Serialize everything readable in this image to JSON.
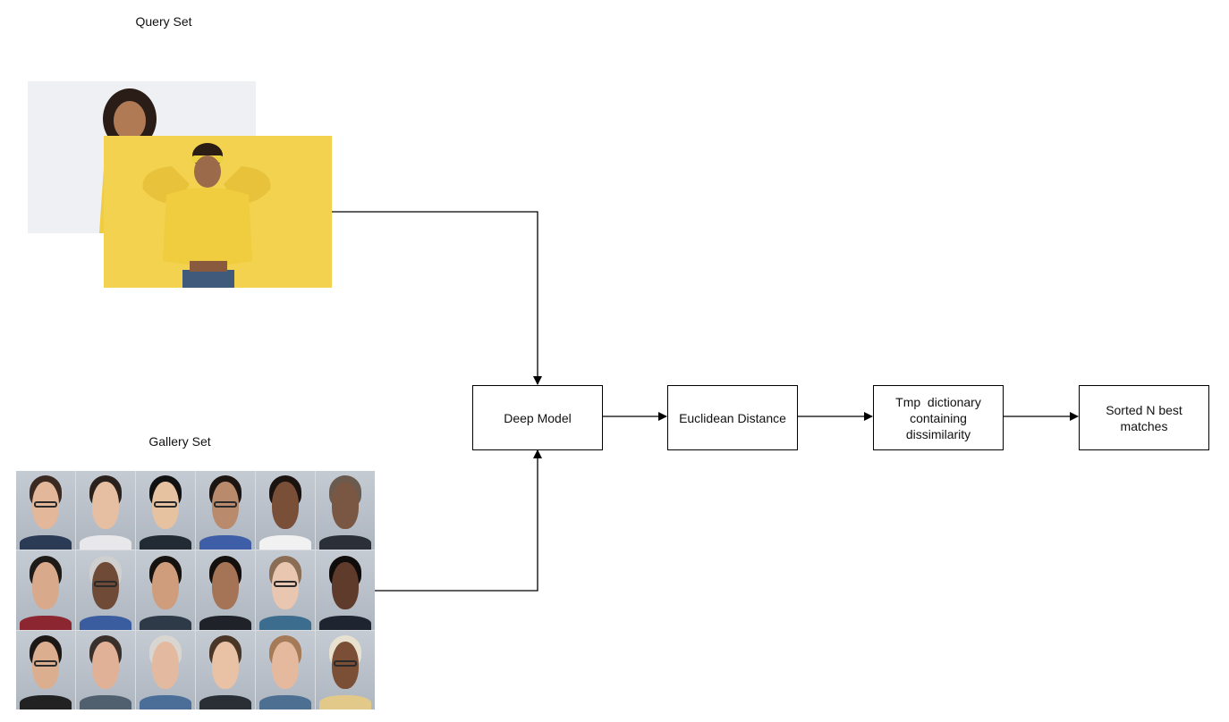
{
  "query_set": {
    "label": "Query Set",
    "images": [
      {
        "description_icon": "portrait-photo-icon",
        "background": "#eef0f3"
      },
      {
        "description_icon": "portrait-photo-icon",
        "background": "#f2d24e"
      }
    ]
  },
  "gallery_set": {
    "label": "Gallery Set",
    "tiles": [
      {
        "skin": "#e2b79a",
        "hair": "#3b2a22",
        "shirt": "#2b3a55",
        "glasses": true
      },
      {
        "skin": "#e6bfa3",
        "hair": "#2a211c",
        "shirt": "#e8e8ea",
        "glasses": false
      },
      {
        "skin": "#e7c2a0",
        "hair": "#111111",
        "shirt": "#222a33",
        "glasses": true
      },
      {
        "skin": "#b98a6c",
        "hair": "#1c1512",
        "shirt": "#3f5ea8",
        "glasses": true
      },
      {
        "skin": "#7a4f37",
        "hair": "#1a1310",
        "shirt": "#f1f1f1",
        "glasses": false
      },
      {
        "skin": "#7a5743",
        "hair": "#6b5a4e",
        "shirt": "#2b3038",
        "glasses": false
      },
      {
        "skin": "#d8a98b",
        "hair": "#1d1a18",
        "shirt": "#8c2630",
        "glasses": false
      },
      {
        "skin": "#6f4a36",
        "hair": "#cfcfcf",
        "shirt": "#3a5da0",
        "glasses": true
      },
      {
        "skin": "#cf9d7c",
        "hair": "#151210",
        "shirt": "#2e3a48",
        "glasses": false
      },
      {
        "skin": "#a57356",
        "hair": "#14100e",
        "shirt": "#1f2228",
        "glasses": false
      },
      {
        "skin": "#e9c6b0",
        "hair": "#8a6d55",
        "shirt": "#3c6d8f",
        "glasses": true
      },
      {
        "skin": "#5e3b2b",
        "hair": "#0f0c0b",
        "shirt": "#1e2430",
        "glasses": false
      },
      {
        "skin": "#dcae90",
        "hair": "#1c1816",
        "shirt": "#222222",
        "glasses": true
      },
      {
        "skin": "#e0b196",
        "hair": "#3a302b",
        "shirt": "#51606e",
        "glasses": false
      },
      {
        "skin": "#e3baa0",
        "hair": "#d9d6d2",
        "shirt": "#4a6e98",
        "glasses": false
      },
      {
        "skin": "#e9c2a6",
        "hair": "#4a3626",
        "shirt": "#2a2f36",
        "glasses": false
      },
      {
        "skin": "#e4b99e",
        "hair": "#a47a58",
        "shirt": "#4d6f92",
        "glasses": false
      },
      {
        "skin": "#7b4f36",
        "hair": "#e8e1d0",
        "shirt": "#e2c98a",
        "glasses": true
      }
    ]
  },
  "nodes": {
    "deep_model": "Deep Model",
    "euclidean_distance": "Euclidean Distance",
    "tmp_dictionary": [
      "Tmp  dictionary",
      "containing",
      "dissimilarity"
    ],
    "sorted_matches": [
      "Sorted N best",
      "matches"
    ]
  },
  "colors": {
    "line": "#000000",
    "box_border": "#000000",
    "query_bg_white": "#eef0f3",
    "query_bg_yellow": "#f2d24e",
    "sweater_yellow": "#f0cc3f"
  }
}
